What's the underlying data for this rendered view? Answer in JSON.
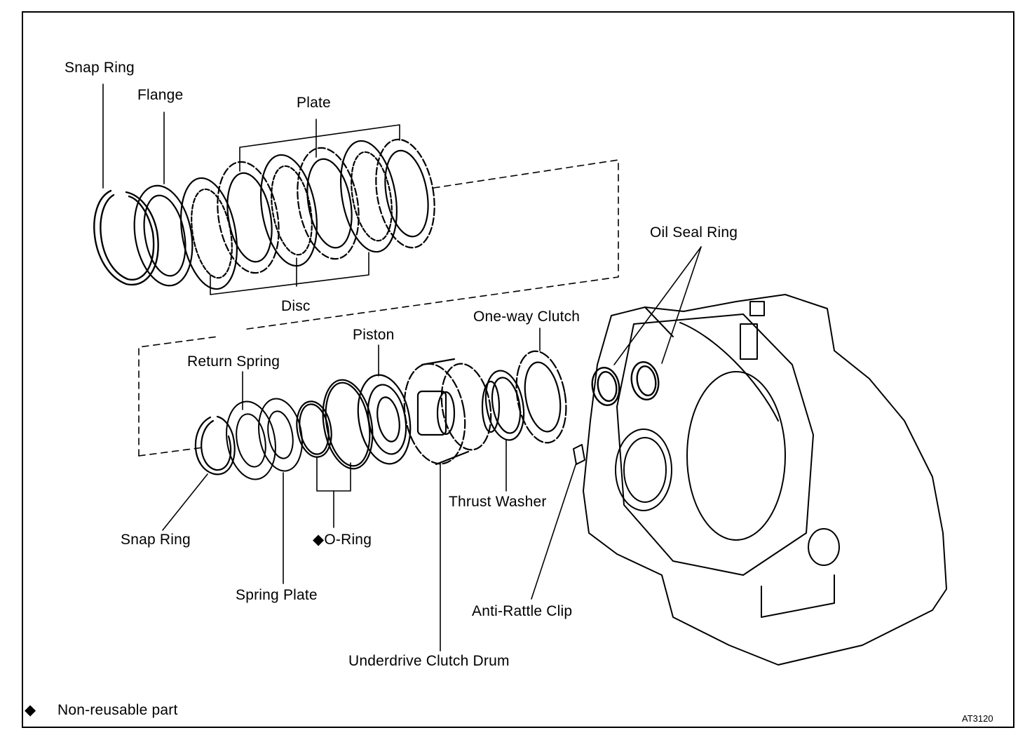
{
  "labels": {
    "snap_ring_top": "Snap Ring",
    "flange": "Flange",
    "plate": "Plate",
    "disc": "Disc",
    "oil_seal_ring": "Oil Seal Ring",
    "one_way_clutch": "One-way Clutch",
    "piston": "Piston",
    "return_spring": "Return Spring",
    "snap_ring_bottom": "Snap Ring",
    "o_ring": "◆O-Ring",
    "spring_plate": "Spring Plate",
    "thrust_washer": "Thrust Washer",
    "anti_rattle_clip": "Anti-Rattle Clip",
    "underdrive_clutch_drum": "Underdrive Clutch Drum"
  },
  "legend": {
    "symbol": "◆",
    "text": "Non-reusable part"
  },
  "figure_code": "AT3120"
}
